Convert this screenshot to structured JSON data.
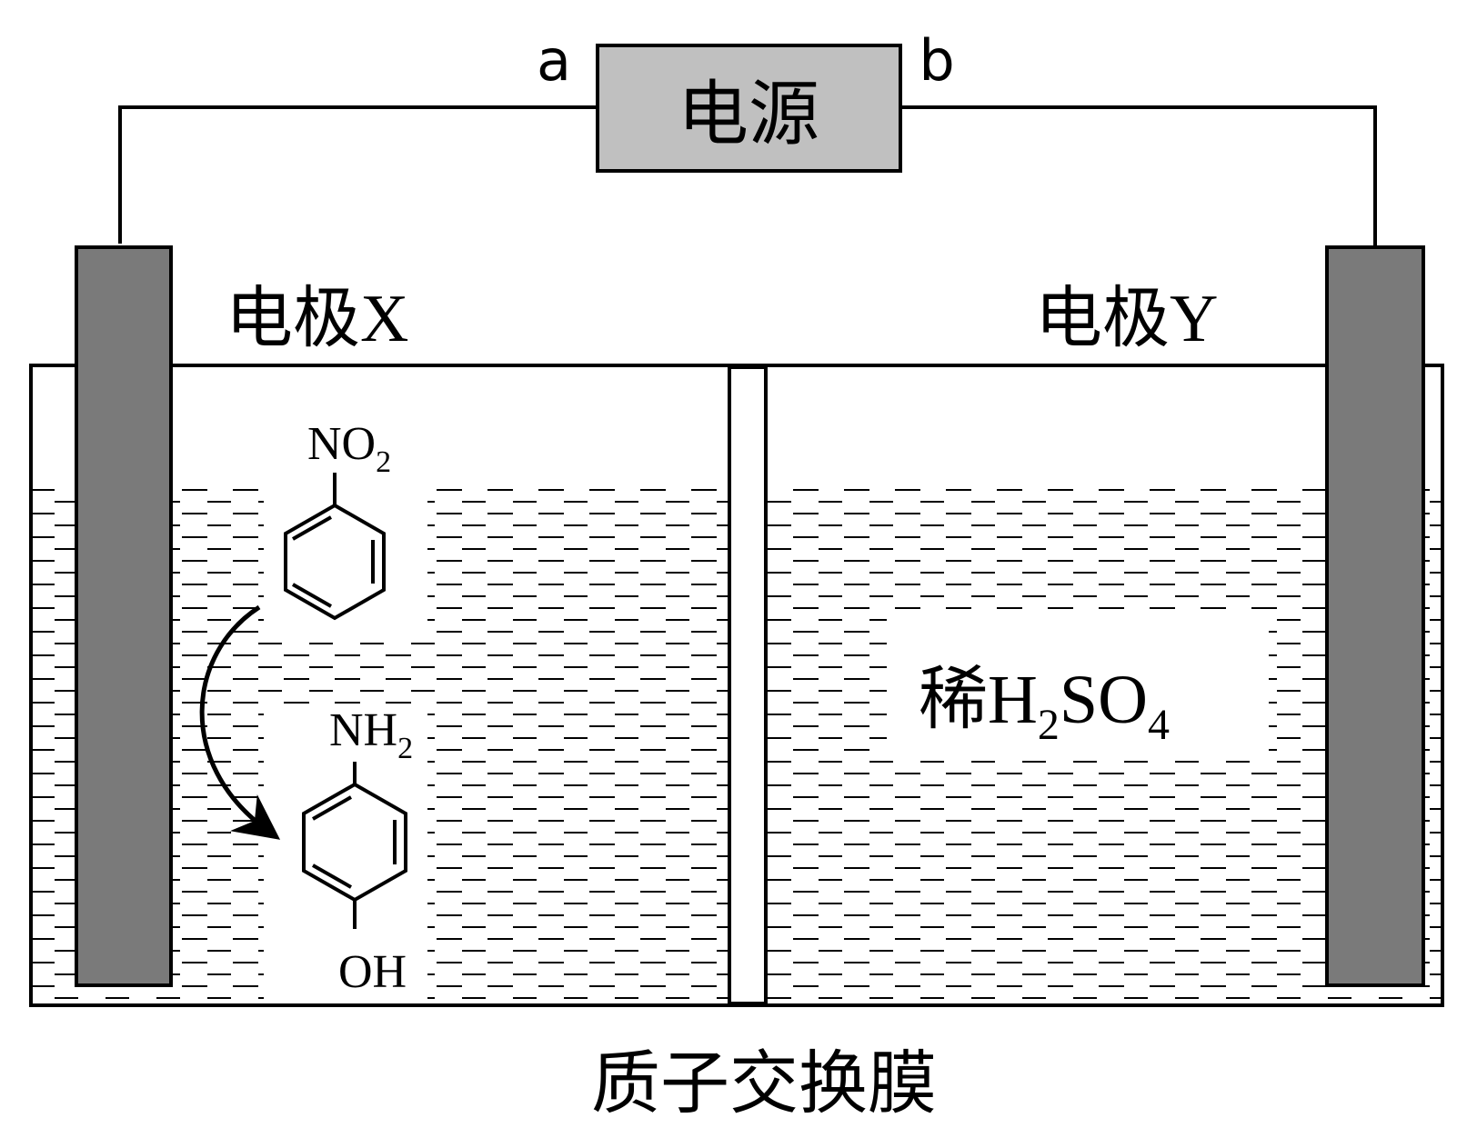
{
  "power_source": {
    "label": "电源",
    "terminal_left": "a",
    "terminal_right": "b"
  },
  "electrode_x": {
    "label": "电极X"
  },
  "electrode_y": {
    "label": "电极Y"
  },
  "membrane": {
    "label": "质子交换膜"
  },
  "electrolyte": {
    "name": "稀",
    "formula_main": "H",
    "sub1": "2",
    "formula_mid": "SO",
    "sub2": "4"
  },
  "reactant": {
    "group": "NO",
    "sub": "2"
  },
  "product": {
    "group_top": "NH",
    "sub": "2",
    "group_bottom": "OH"
  },
  "colors": {
    "electrode": "#7a7a7a",
    "power_box": "#c0c0c0",
    "line": "#000000"
  }
}
